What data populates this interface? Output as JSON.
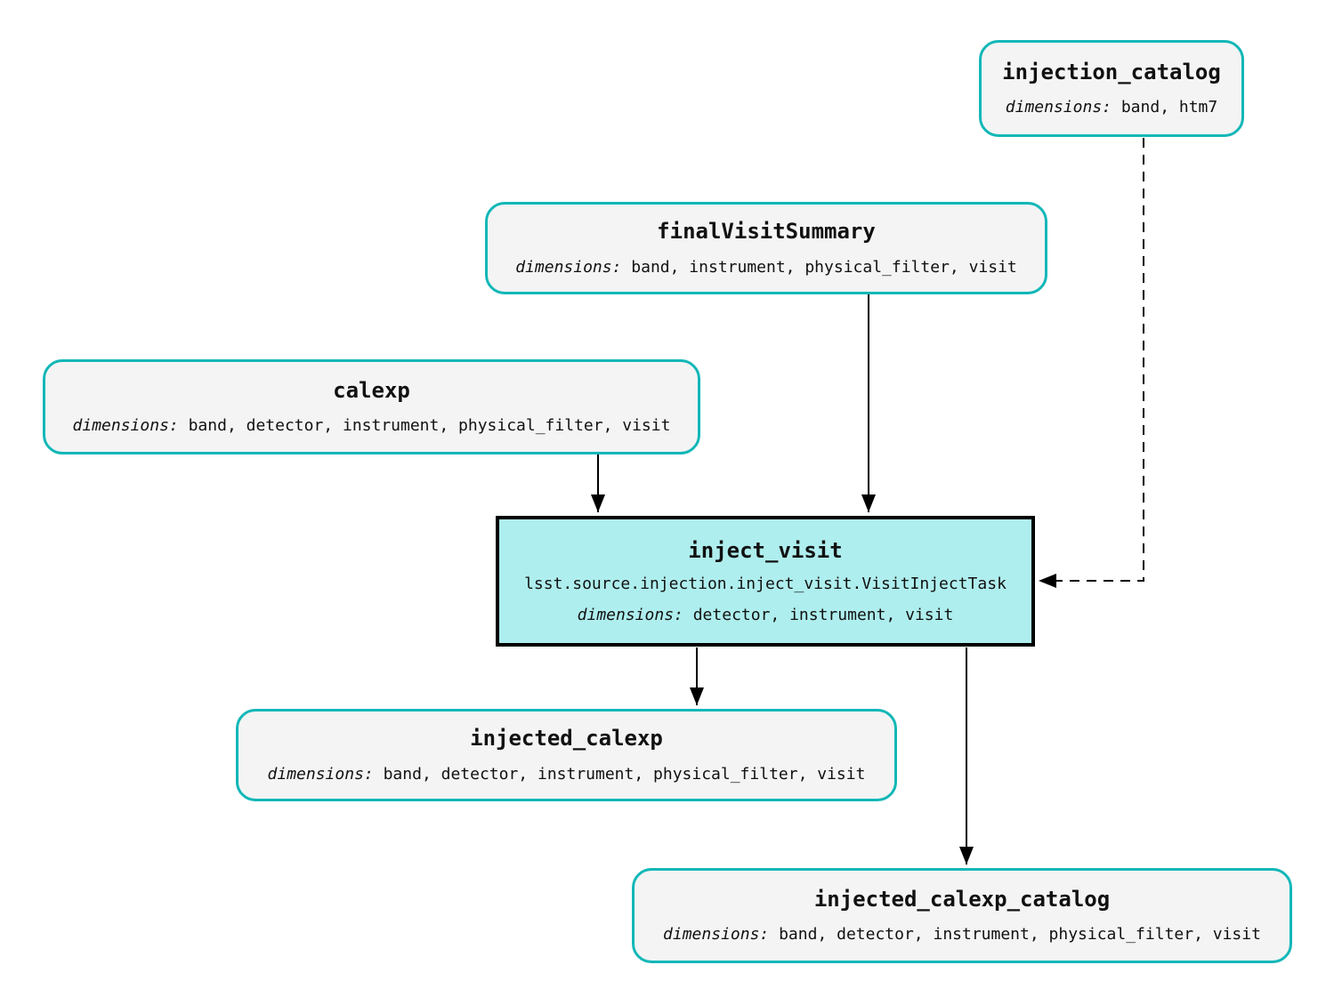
{
  "diagram": {
    "type": "pipeline-task-graph",
    "colors": {
      "dataset_border": "#12b7b7",
      "dataset_fill": "#f4f4f4",
      "task_fill": "#afeeee",
      "task_border": "#000000",
      "edge_color": "#000000",
      "background": "#ffffff"
    }
  },
  "nodes": {
    "injection_catalog": {
      "title": "injection_catalog",
      "dims_label": "dimensions:",
      "dims": "band, htm7"
    },
    "finalVisitSummary": {
      "title": "finalVisitSummary",
      "dims_label": "dimensions:",
      "dims": "band, instrument, physical_filter, visit"
    },
    "calexp": {
      "title": "calexp",
      "dims_label": "dimensions:",
      "dims": "band, detector, instrument, physical_filter, visit"
    },
    "inject_visit": {
      "title": "inject_visit",
      "task_class": "lsst.source.injection.inject_visit.VisitInjectTask",
      "dims_label": "dimensions:",
      "dims": "detector, instrument, visit"
    },
    "injected_calexp": {
      "title": "injected_calexp",
      "dims_label": "dimensions:",
      "dims": "band, detector, instrument, physical_filter, visit"
    },
    "injected_calexp_catalog": {
      "title": "injected_calexp_catalog",
      "dims_label": "dimensions:",
      "dims": "band, detector, instrument, physical_filter, visit"
    }
  },
  "edges": [
    {
      "from": "calexp",
      "to": "inject_visit",
      "style": "solid"
    },
    {
      "from": "finalVisitSummary",
      "to": "inject_visit",
      "style": "solid"
    },
    {
      "from": "injection_catalog",
      "to": "inject_visit",
      "style": "dashed"
    },
    {
      "from": "inject_visit",
      "to": "injected_calexp",
      "style": "solid"
    },
    {
      "from": "inject_visit",
      "to": "injected_calexp_catalog",
      "style": "solid"
    }
  ]
}
